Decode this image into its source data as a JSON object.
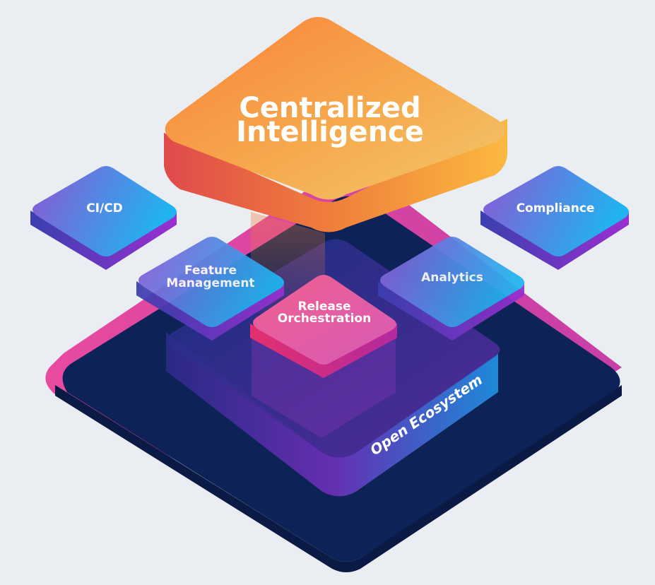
{
  "diagram": {
    "center": {
      "line1": "Centralized",
      "line2": "Intelligence"
    },
    "modules": {
      "cicd": "CI/CD",
      "compliance": "Compliance",
      "feature_line1": "Feature",
      "feature_line2": "Management",
      "analytics": "Analytics",
      "release_line1": "Release",
      "release_line2": "Orchestration"
    },
    "base": {
      "label": "Open Ecosystem"
    },
    "colors": {
      "background": "#eaeef2",
      "base_navy": "#0d2256",
      "base_pink": "#e0479e",
      "orange": "#f68b37",
      "yellow": "#fcc447",
      "purple": "#7b4fd6",
      "cyan": "#23b3ee",
      "pink": "#e54a8d"
    }
  }
}
